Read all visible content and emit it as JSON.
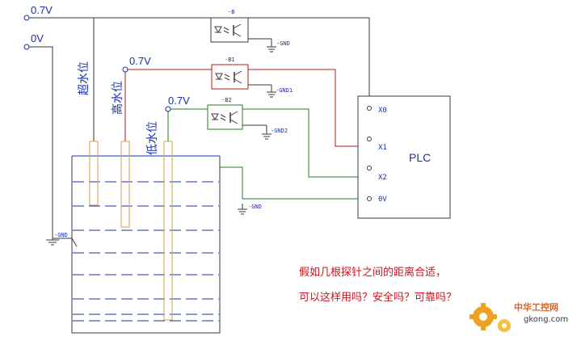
{
  "supply": {
    "v07_top": "0.7V",
    "v0": "0V",
    "v07_mid": "0.7V",
    "v07_low": "0.7V"
  },
  "probes": {
    "super": "超水位",
    "high": "高水位",
    "low": "低水位"
  },
  "optocouplers": [
    {
      "ref": "-B",
      "gnd": "-GND"
    },
    {
      "ref": "-B1",
      "gnd": "-GND1"
    },
    {
      "ref": "-B2",
      "gnd": "-GND2"
    }
  ],
  "grounds": {
    "tank_gnd": "-GND",
    "left_gnd": "-GND"
  },
  "plc": {
    "label": "PLC",
    "ports": [
      "X0",
      "X1",
      "X2",
      "0V"
    ]
  },
  "question": {
    "line1": "假如几根探针之间的距离合适，",
    "line2": "可以这样用吗？安全吗？可靠吗？"
  },
  "watermark": {
    "cn": "中华工控网",
    "url": "gkong.com"
  },
  "colors": {
    "wire_dark": "#3a3a3a",
    "wire_red": "#b01818",
    "wire_green": "#2a7a2a",
    "label_blue": "#1a2fb0",
    "probe_orange": "#d9a24a"
  }
}
